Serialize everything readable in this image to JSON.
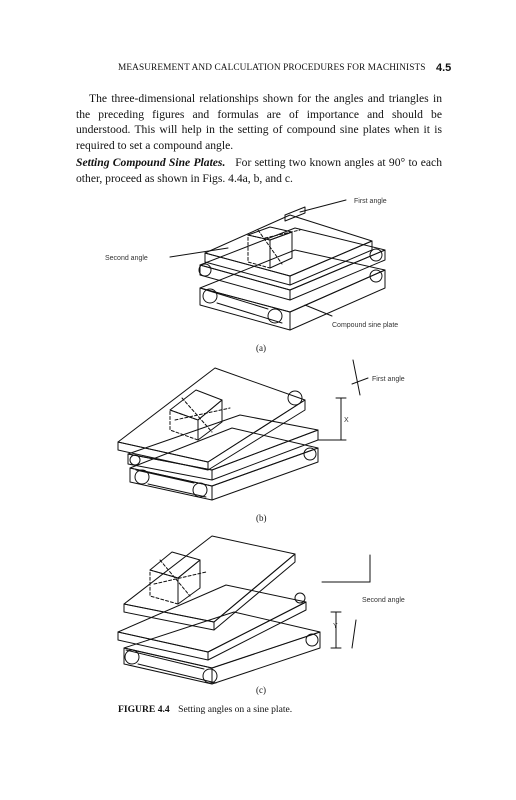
{
  "header": {
    "running_head": "MEASUREMENT AND CALCULATION PROCEDURES FOR MACHINISTS",
    "page_number": "4.5"
  },
  "body": {
    "paragraph1": "The three-dimensional relationships shown for the angles and triangles in the preceding figures and formulas are of importance and should be understood. This will help in the setting of compound sine plates when it is required to set a compound angle.",
    "paragraph2_heading": "Setting Compound Sine Plates.",
    "paragraph2_text": "For setting two known angles at 90° to each other, proceed as shown in Figs. 4.4a, b, and c."
  },
  "figure": {
    "panels": [
      {
        "sublabel": "(a)",
        "labels": [
          "First angle",
          "Second angle",
          "Compound sine plate"
        ]
      },
      {
        "sublabel": "(b)",
        "labels": [
          "First angle",
          "X"
        ]
      },
      {
        "sublabel": "(c)",
        "labels": [
          "Second angle",
          "Y"
        ]
      }
    ],
    "caption_number": "FIGURE 4.4",
    "caption_text": "Setting angles on a sine plate."
  }
}
